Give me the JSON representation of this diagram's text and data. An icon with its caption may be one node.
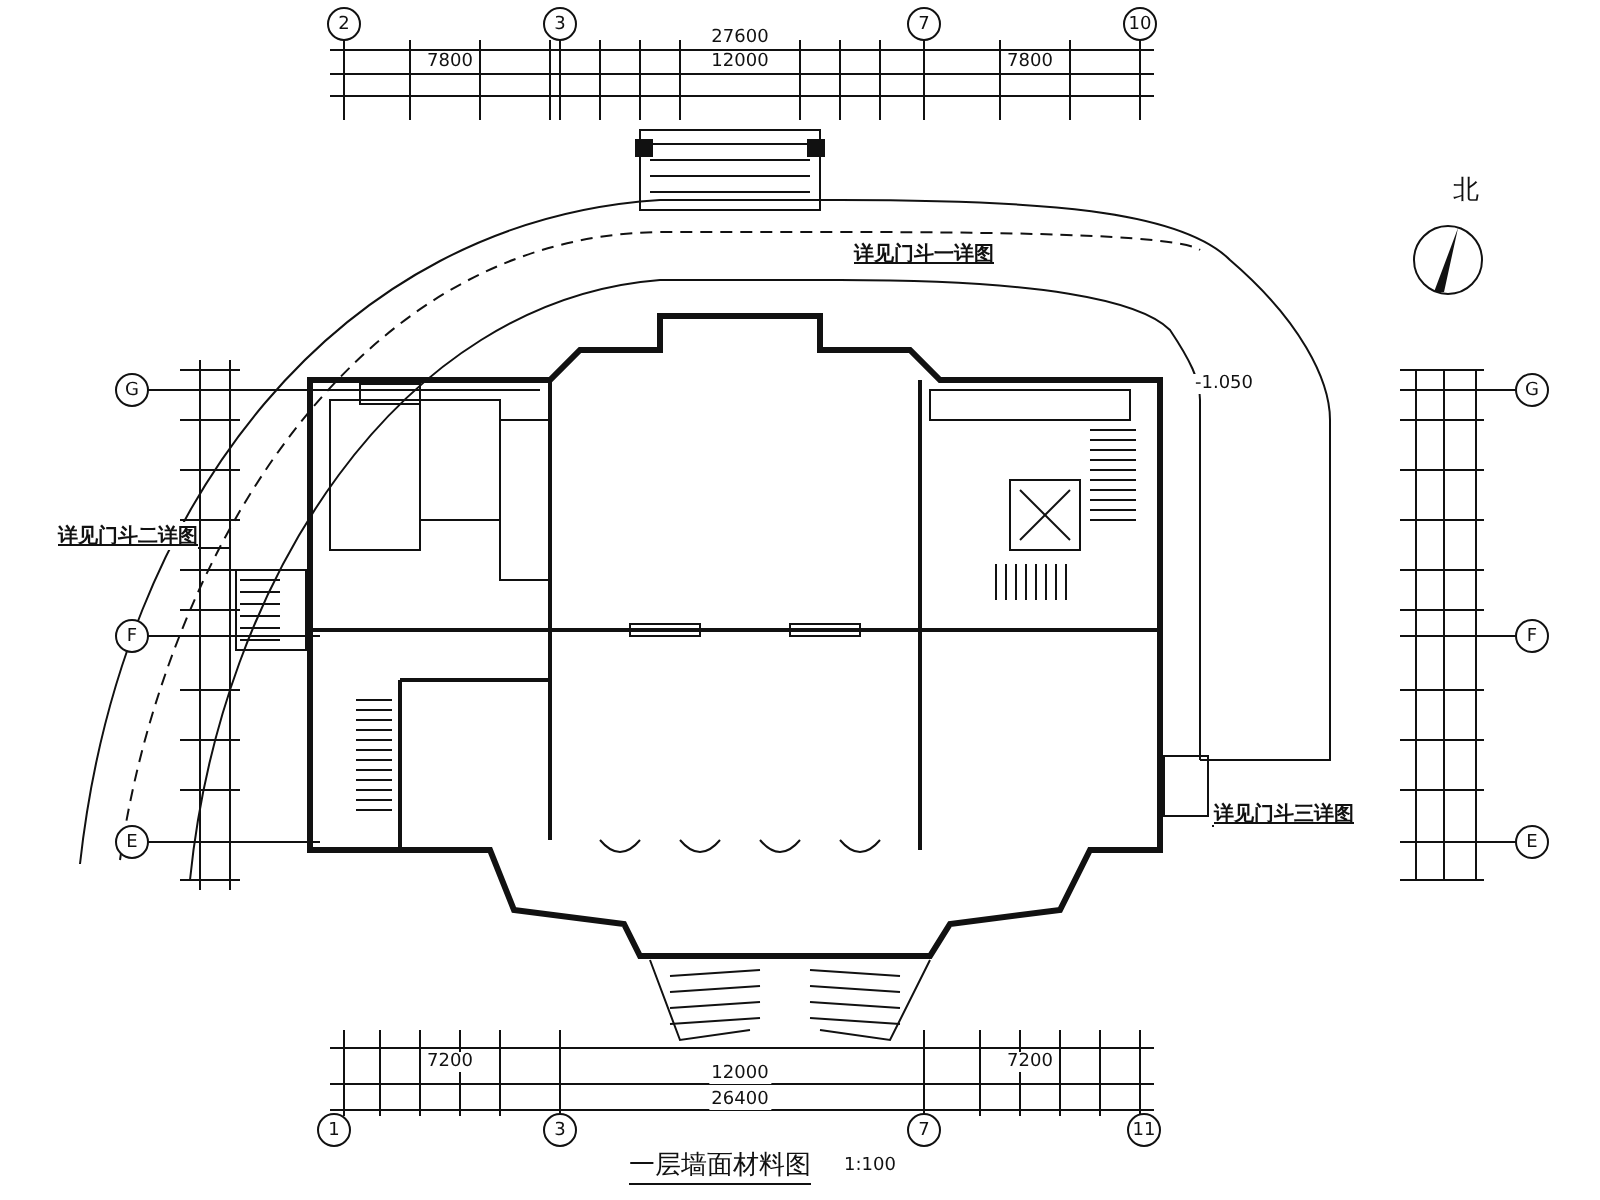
{
  "diagram": {
    "caption": "一层墙面材料图",
    "labels": [
      "2",
      "3",
      "7",
      "10",
      "27600",
      "7800",
      "12000",
      "7800",
      "北",
      "-1.050",
      "详见门斗一详图",
      "详见门斗二详图",
      "详见门斗三详图",
      "G",
      "F",
      "E",
      "G",
      "F",
      "E",
      "7200",
      "12000",
      "7200",
      "26400",
      "1",
      "3",
      "7",
      "11",
      "1:100"
    ]
  }
}
